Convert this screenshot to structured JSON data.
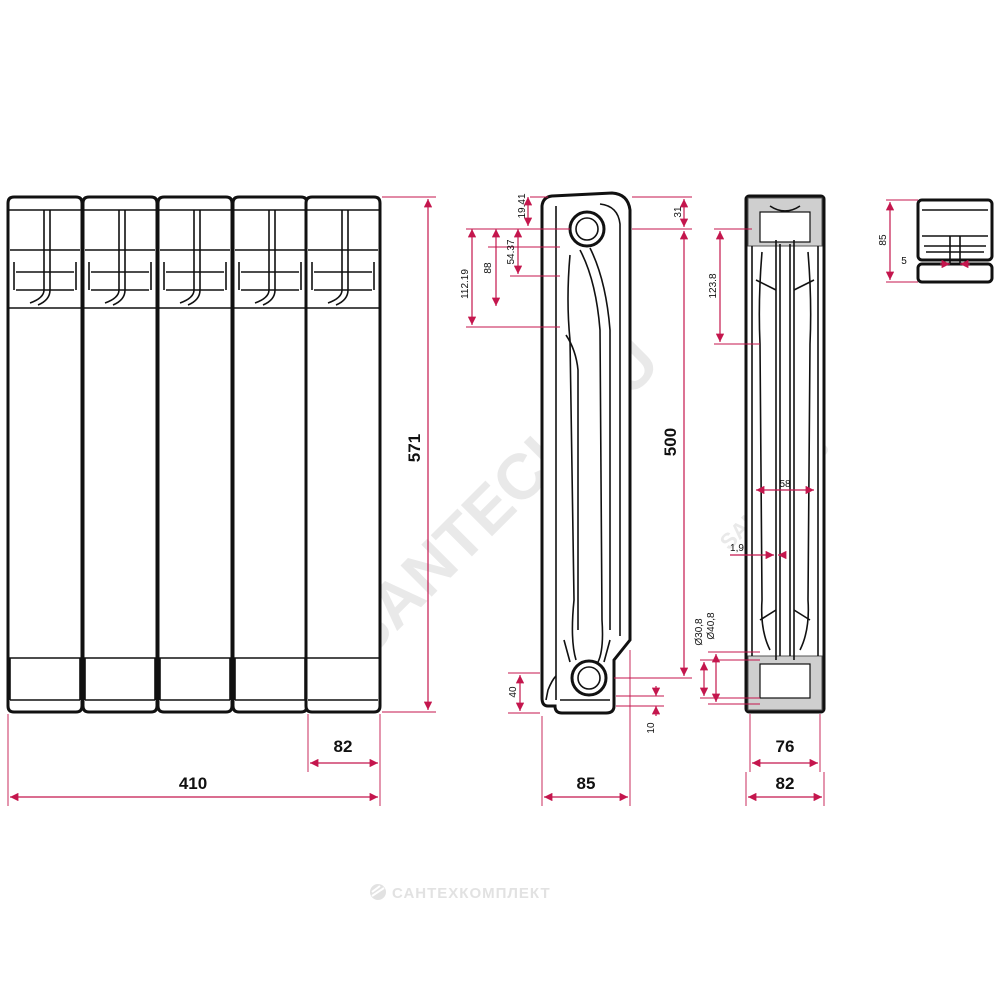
{
  "colors": {
    "dimension": "#c4164d",
    "outline": "#111111",
    "watermark": "#e9e9e9"
  },
  "front_view": {
    "total_width": "410",
    "section_width": "82",
    "total_height": "571"
  },
  "side_view": {
    "center_distance": "500",
    "depth": "85",
    "top_offset_31": "31",
    "dim_19_41": "19.41",
    "dim_54_37": "54.37",
    "dim_88": "88",
    "dim_112_19": "112.19",
    "bottom_40": "40",
    "bottom_10": "10"
  },
  "section_view": {
    "depth_inner": "76",
    "depth_outer": "82",
    "dim_123_8": "123.8",
    "dim_58": "58",
    "wall_1_9": "1,9",
    "port_30_8": "Ø30,8",
    "port_40_8": "Ø40,8"
  },
  "top_view": {
    "height_85": "85",
    "gap_5": "5"
  },
  "watermark": {
    "main": "SANTECH.RU",
    "small": "SANTECH.RU",
    "brand": "САНТЕХКОМПЛЕКТ"
  },
  "icons": [
    "brand-logo-icon"
  ]
}
